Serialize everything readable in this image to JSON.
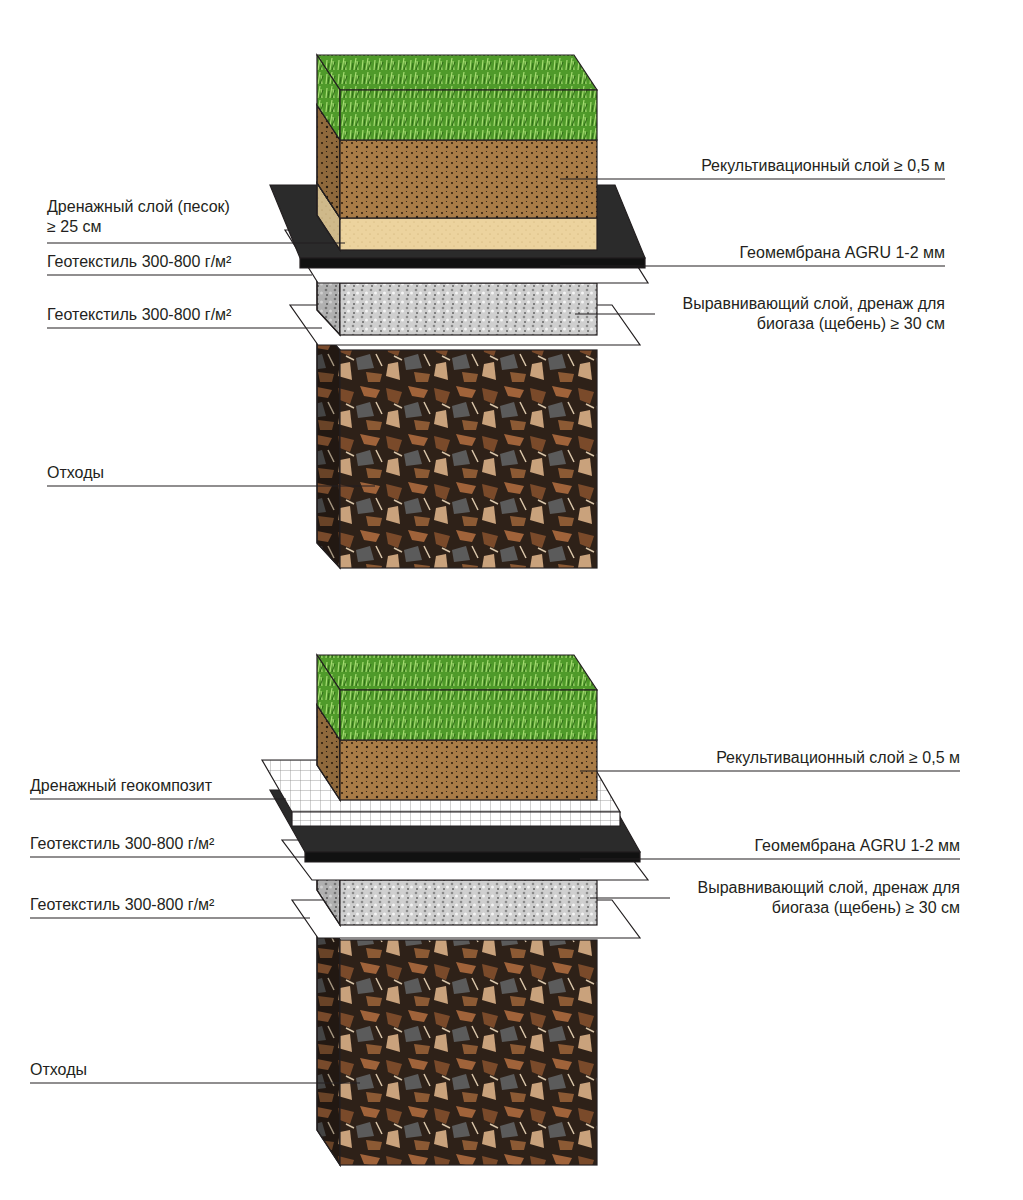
{
  "diagram": {
    "labels": [
      "Рекультивационный слой ≥ 0,5 м",
      "Дренажный слой (песок) ≥ 25 см",
      "Геотекстиль 300-800 г/м²",
      "Геомембрана AGRU 1-2 мм",
      "Геотекстиль 300-800 г/м²",
      "Выравнивающий слой, дренаж для биогаза (щебень) ≥ 30 см",
      "Отходы",
      "Рекультивационный слой ≥ 0,5 м",
      "Дренажный геокомпозит",
      "Геотекстиль 300-800 г/м²",
      "Геомембрана AGRU 1-2 мм",
      "Геотекстиль 300-800 г/м²",
      "Выравнивающий слой, дренаж для биогаза (щебень) ≥ 30 см",
      "Отходы"
    ]
  }
}
